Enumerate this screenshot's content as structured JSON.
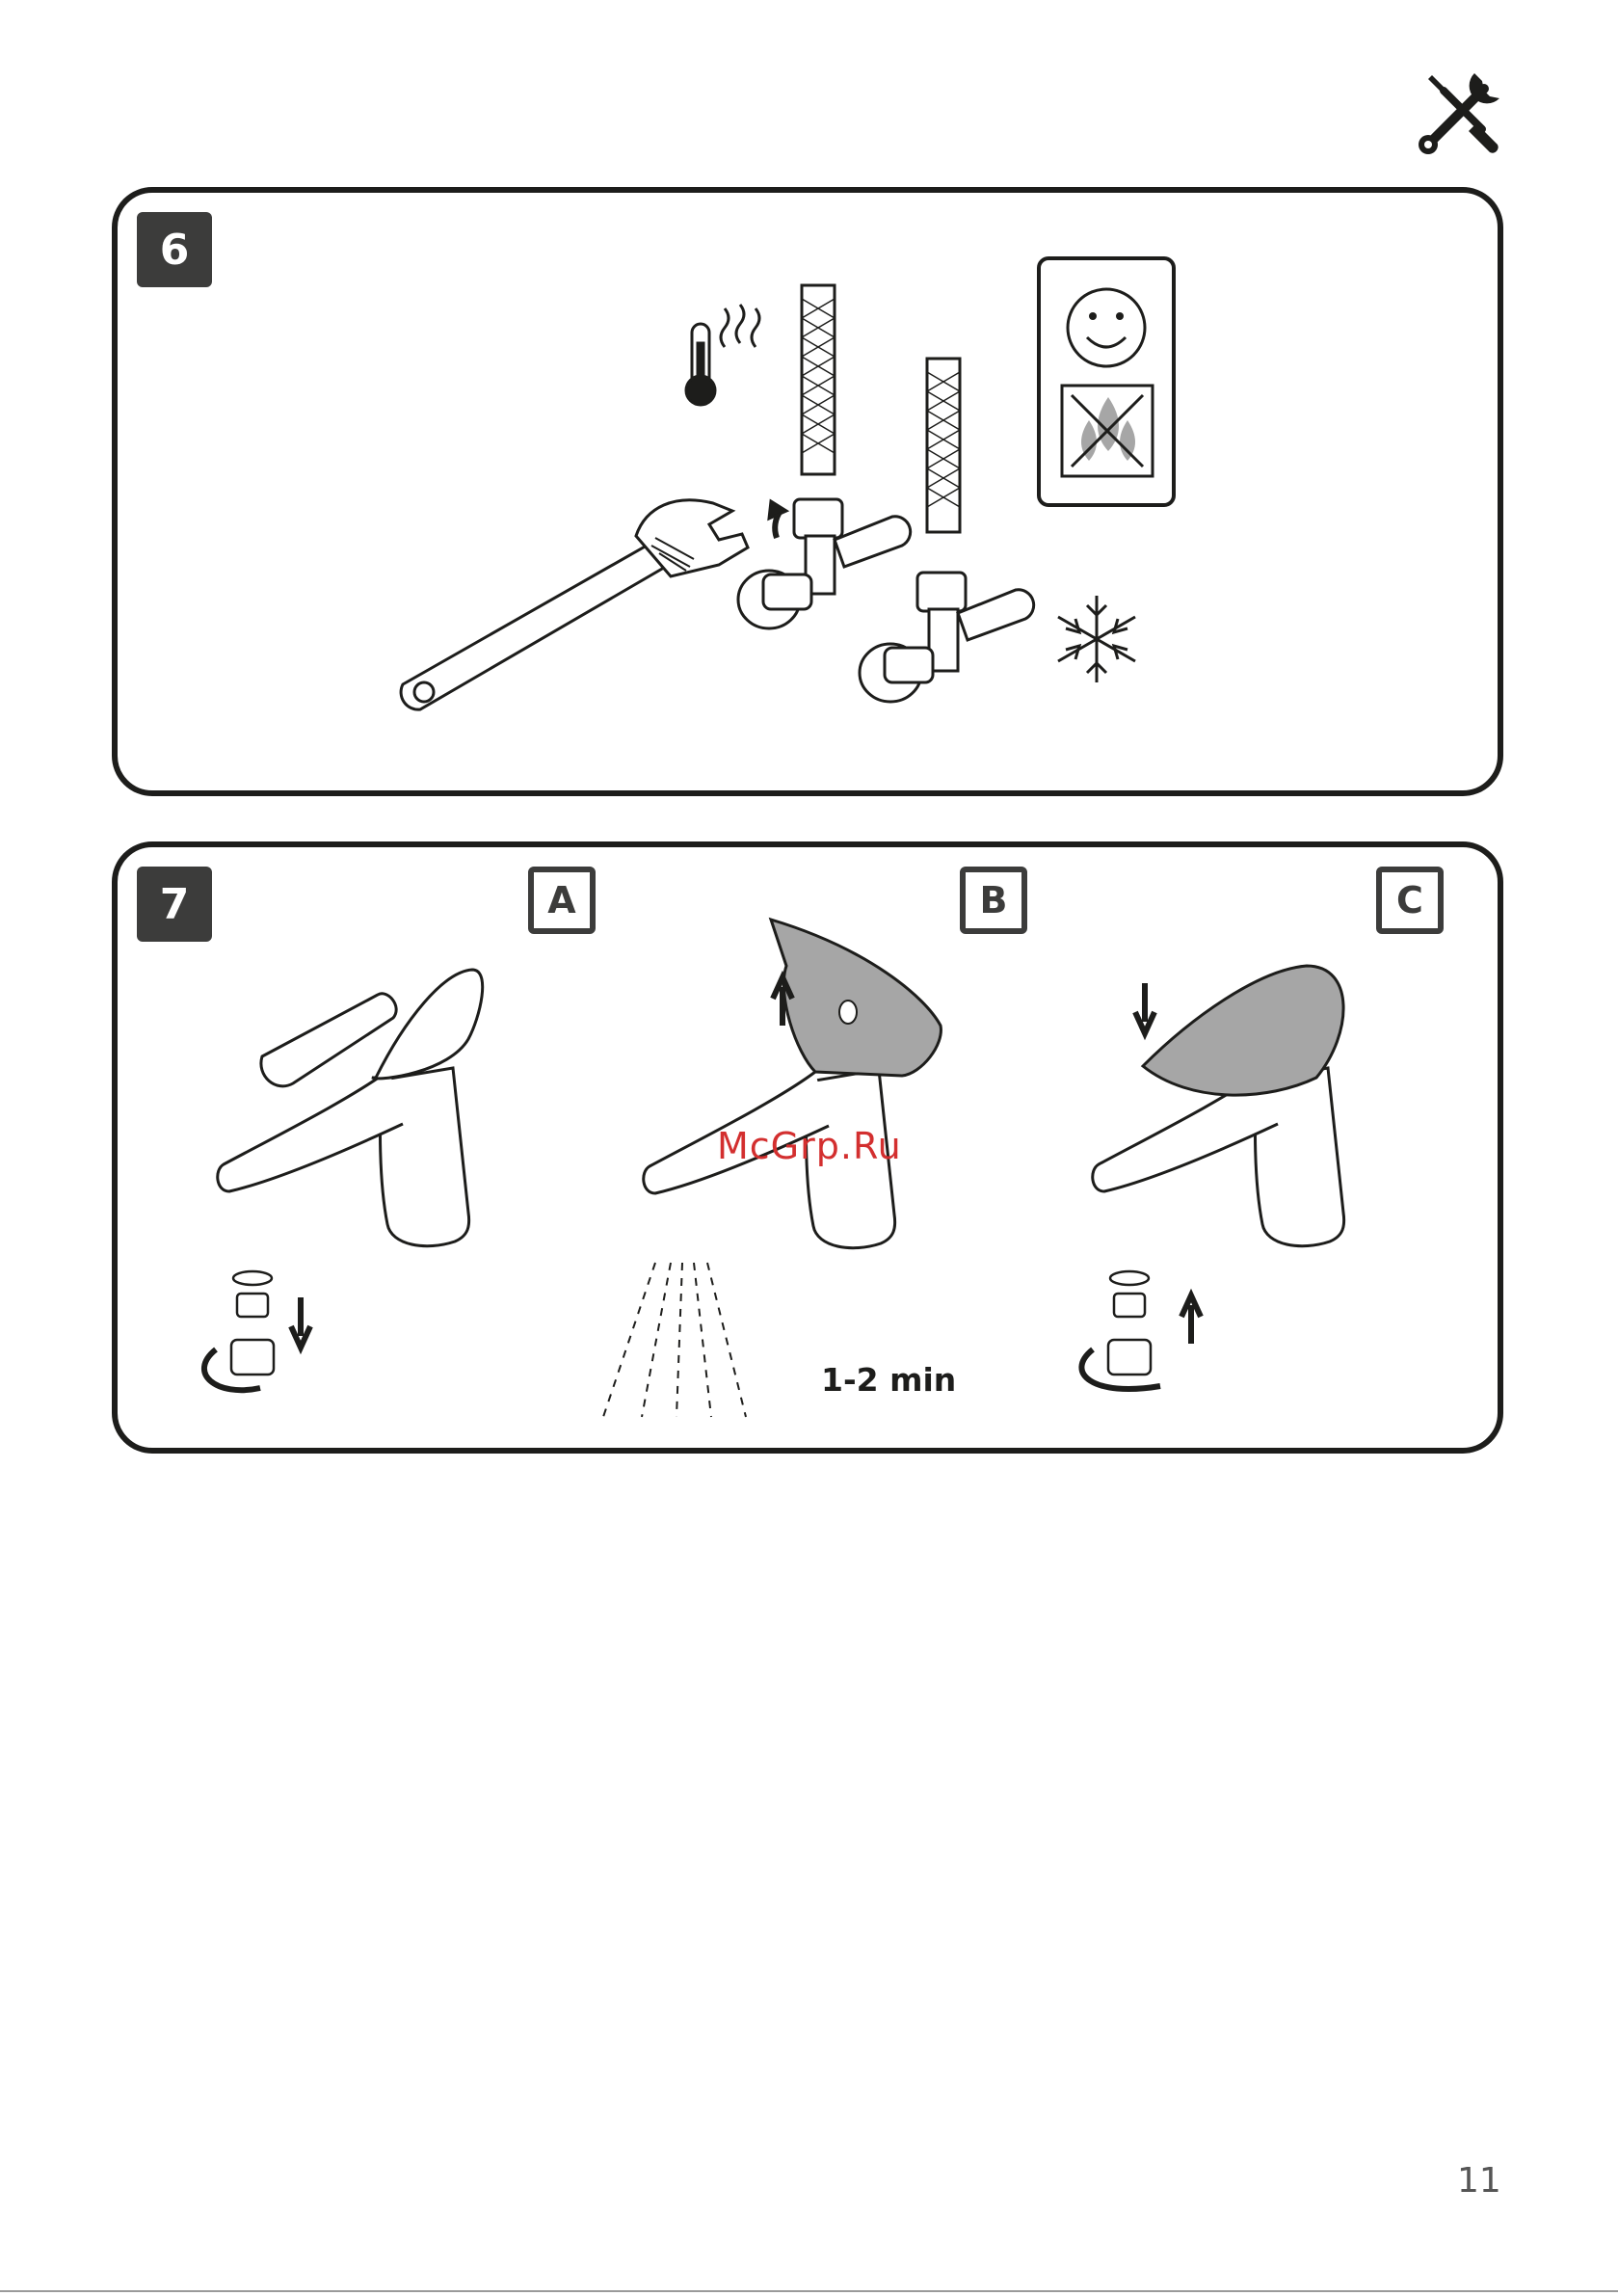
{
  "header": {
    "icon": "tools-icon"
  },
  "steps": [
    {
      "number": "6",
      "icons": [
        "wrench-icon",
        "thermometer-hot-icon",
        "hose-icon",
        "angle-valve-icon",
        "snowflake-icon",
        "smiley-icon",
        "no-leak-icon"
      ]
    },
    {
      "number": "7",
      "substeps": [
        {
          "label": "A",
          "icons": [
            "faucet-icon",
            "aerator-icon",
            "rotate-arrow-icon",
            "arrow-down-icon"
          ]
        },
        {
          "label": "B",
          "icons": [
            "faucet-icon",
            "lever-up-icon",
            "arrow-up-icon",
            "water-spray-icon"
          ],
          "duration": "1-2 min"
        },
        {
          "label": "C",
          "icons": [
            "faucet-icon",
            "lever-down-icon",
            "arrow-down-icon",
            "aerator-icon",
            "rotate-arrow-icon",
            "arrow-up-icon"
          ]
        }
      ]
    }
  ],
  "watermark": "McGrp.Ru",
  "page_number": "11",
  "colors": {
    "ink": "#1d1d1b",
    "badge": "#3c3c3b",
    "shade": "#a6a6a6",
    "watermark": "#d32f2f"
  }
}
